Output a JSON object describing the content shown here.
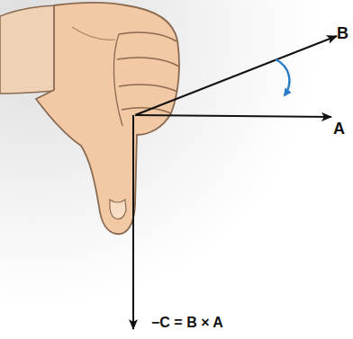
{
  "diagram": {
    "labels": [
      "B",
      "A",
      "−C = B × A"
    ]
  }
}
